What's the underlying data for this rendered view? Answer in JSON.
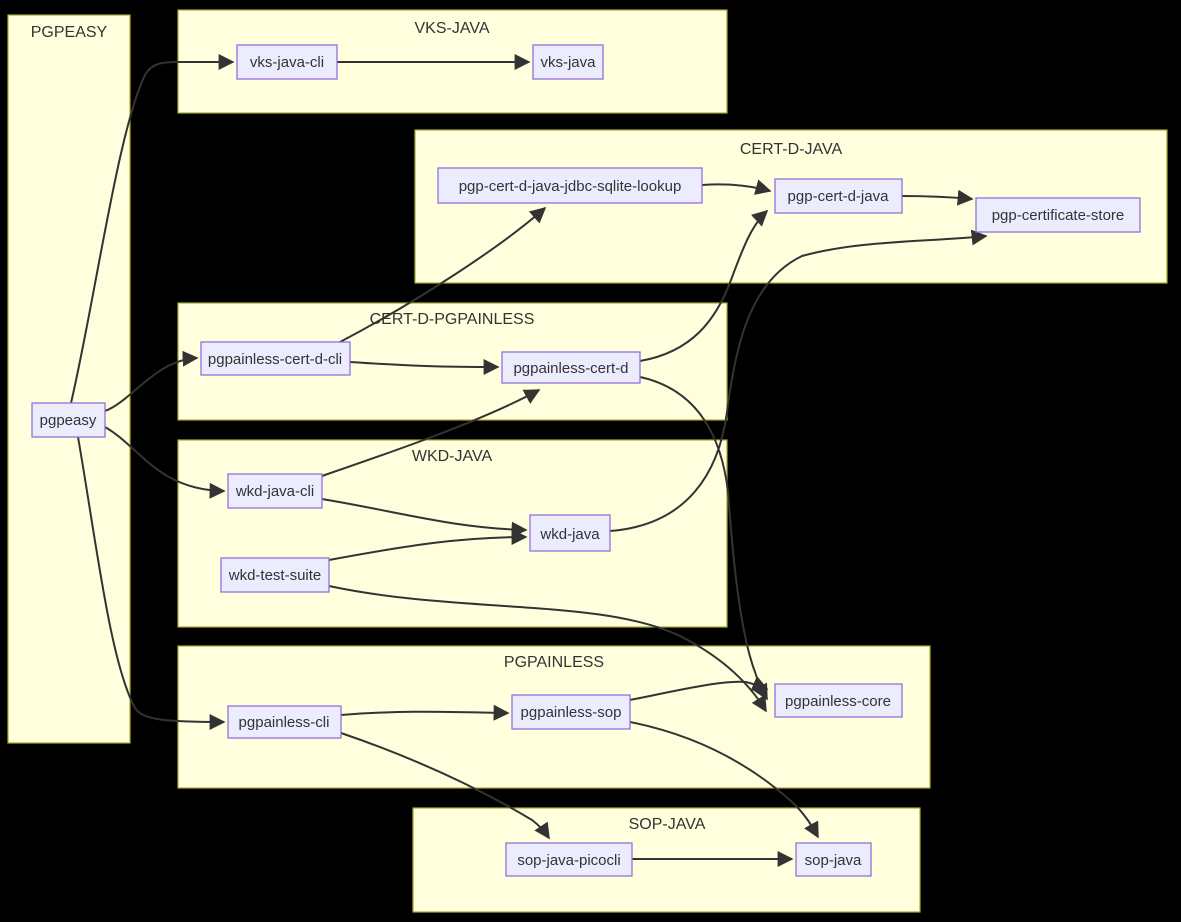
{
  "diagram": {
    "type": "flowchart",
    "background_color": "#000000",
    "colors": {
      "cluster_fill": "#ffffde",
      "cluster_border": "#aaaa33",
      "node_fill": "#ECECFF",
      "node_border": "#9370DB",
      "edge_color": "#333333",
      "text_color": "#333333"
    },
    "clusters": {
      "pgpeasy": {
        "label": "PGPEASY"
      },
      "vks_java": {
        "label": "VKS-JAVA"
      },
      "cert_d_java": {
        "label": "CERT-D-JAVA"
      },
      "cert_d_pgpainless": {
        "label": "CERT-D-PGPAINLESS"
      },
      "wkd_java": {
        "label": "WKD-JAVA"
      },
      "pgpainless": {
        "label": "PGPAINLESS"
      },
      "sop_java": {
        "label": "SOP-JAVA"
      }
    },
    "nodes": {
      "pgpeasy": {
        "label": "pgpeasy",
        "cluster": "PGPEASY"
      },
      "vks_java_cli": {
        "label": "vks-java-cli",
        "cluster": "VKS-JAVA"
      },
      "vks_java": {
        "label": "vks-java",
        "cluster": "VKS-JAVA"
      },
      "pgp_cert_d_java_jdbc_sqlite_lookup": {
        "label": "pgp-cert-d-java-jdbc-sqlite-lookup",
        "cluster": "CERT-D-JAVA"
      },
      "pgp_cert_d_java": {
        "label": "pgp-cert-d-java",
        "cluster": "CERT-D-JAVA"
      },
      "pgp_certificate_store": {
        "label": "pgp-certificate-store",
        "cluster": "CERT-D-JAVA"
      },
      "pgpainless_cert_d_cli": {
        "label": "pgpainless-cert-d-cli",
        "cluster": "CERT-D-PGPAINLESS"
      },
      "pgpainless_cert_d": {
        "label": "pgpainless-cert-d",
        "cluster": "CERT-D-PGPAINLESS"
      },
      "wkd_java_cli": {
        "label": "wkd-java-cli",
        "cluster": "WKD-JAVA"
      },
      "wkd_java": {
        "label": "wkd-java",
        "cluster": "WKD-JAVA"
      },
      "wkd_test_suite": {
        "label": "wkd-test-suite",
        "cluster": "WKD-JAVA"
      },
      "pgpainless_cli": {
        "label": "pgpainless-cli",
        "cluster": "PGPAINLESS"
      },
      "pgpainless_sop": {
        "label": "pgpainless-sop",
        "cluster": "PGPAINLESS"
      },
      "pgpainless_core": {
        "label": "pgpainless-core",
        "cluster": "PGPAINLESS"
      },
      "sop_java_picocli": {
        "label": "sop-java-picocli",
        "cluster": "SOP-JAVA"
      },
      "sop_java": {
        "label": "sop-java",
        "cluster": "SOP-JAVA"
      }
    },
    "edges": [
      {
        "from": "pgpeasy",
        "to": "vks-java-cli"
      },
      {
        "from": "pgpeasy",
        "to": "pgpainless-cert-d-cli"
      },
      {
        "from": "pgpeasy",
        "to": "wkd-java-cli"
      },
      {
        "from": "pgpeasy",
        "to": "pgpainless-cli"
      },
      {
        "from": "vks-java-cli",
        "to": "vks-java"
      },
      {
        "from": "pgp-cert-d-java-jdbc-sqlite-lookup",
        "to": "pgp-cert-d-java"
      },
      {
        "from": "pgp-cert-d-java",
        "to": "pgp-certificate-store"
      },
      {
        "from": "pgpainless-cert-d-cli",
        "to": "pgp-cert-d-java-jdbc-sqlite-lookup"
      },
      {
        "from": "pgpainless-cert-d-cli",
        "to": "pgpainless-cert-d"
      },
      {
        "from": "pgpainless-cert-d",
        "to": "pgp-cert-d-java"
      },
      {
        "from": "pgpainless-cert-d",
        "to": "pgpainless-core"
      },
      {
        "from": "wkd-java-cli",
        "to": "pgpainless-cert-d"
      },
      {
        "from": "wkd-java-cli",
        "to": "wkd-java"
      },
      {
        "from": "wkd-test-suite",
        "to": "wkd-java"
      },
      {
        "from": "wkd-test-suite",
        "to": "pgpainless-core"
      },
      {
        "from": "wkd-java",
        "to": "pgp-certificate-store"
      },
      {
        "from": "pgpainless-cli",
        "to": "pgpainless-sop"
      },
      {
        "from": "pgpainless-cli",
        "to": "sop-java-picocli"
      },
      {
        "from": "pgpainless-sop",
        "to": "pgpainless-core"
      },
      {
        "from": "pgpainless-sop",
        "to": "sop-java"
      },
      {
        "from": "sop-java-picocli",
        "to": "sop-java"
      }
    ]
  }
}
